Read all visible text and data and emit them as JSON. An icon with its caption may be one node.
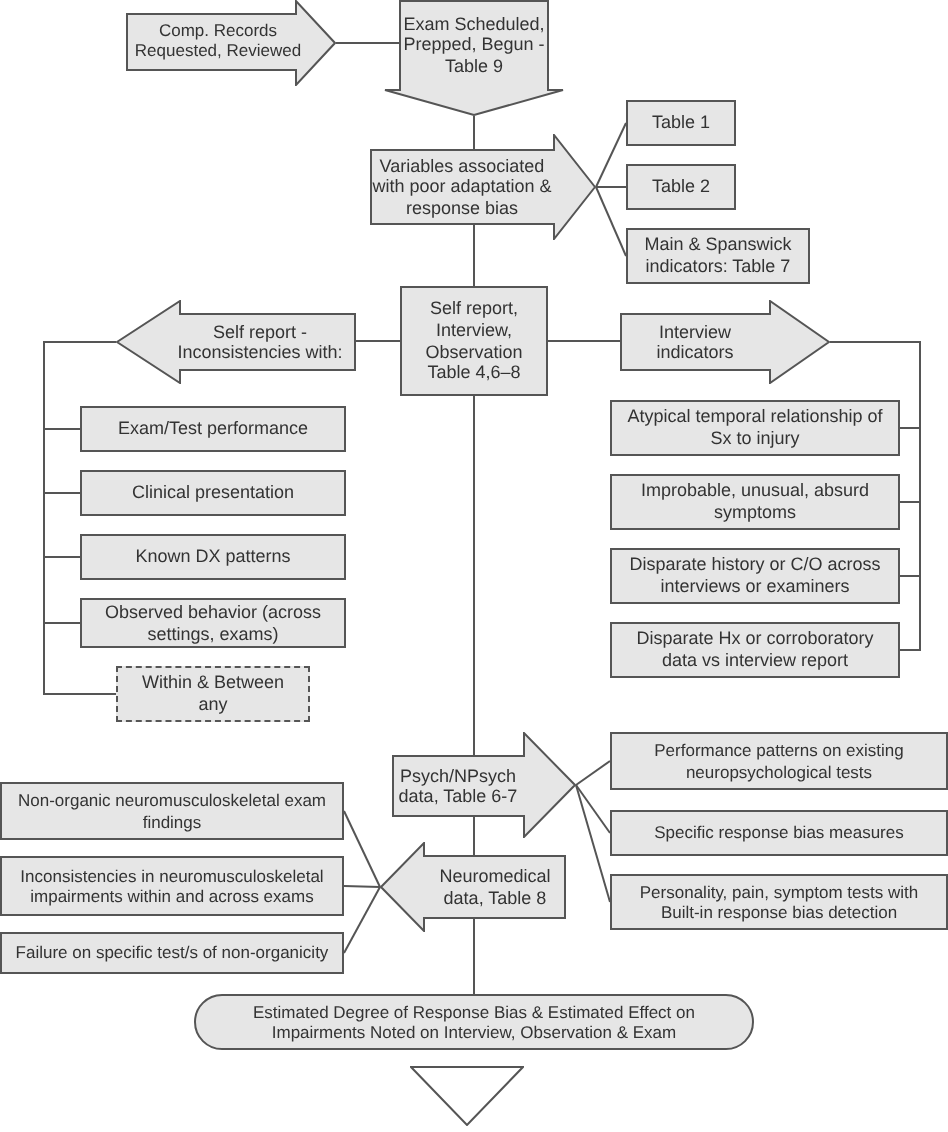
{
  "diagram": {
    "nodes": [
      {
        "text": [
          "Comp. Records Requested, Reviewed"
        ]
      },
      {
        "text": [
          "Exam Scheduled, Prepped, Begun - Table 9"
        ]
      },
      {
        "text": [
          "Table 1"
        ]
      },
      {
        "text": [
          "Table 2"
        ]
      },
      {
        "text": [
          "Main & Spanswick indicators: Table 7"
        ]
      },
      {
        "text": [
          "Variables associated with poor adaptation & response bias"
        ]
      },
      {
        "text": [
          "Self report, Interview, Observation Table 4,6–8"
        ]
      },
      {
        "text": [
          "Self report - Inconsistencies with:"
        ]
      },
      {
        "text": [
          "Interview indicators"
        ]
      },
      {
        "text": [
          "Exam/Test performance"
        ]
      },
      {
        "text": [
          "Clinical presentation"
        ]
      },
      {
        "text": [
          "Known DX patterns"
        ]
      },
      {
        "text": [
          "Observed behavior (across settings, exams)"
        ]
      },
      {
        "text": [
          "Within & Between any"
        ]
      },
      {
        "text": [
          "Atypical temporal relationship of Sx to injury"
        ]
      },
      {
        "text": [
          "Improbable, unusual, absurd symptoms"
        ]
      },
      {
        "text": [
          "Disparate history or C/O across interviews or examiners"
        ]
      },
      {
        "text": [
          "Disparate Hx or corroboratory data vs interview report"
        ]
      },
      {
        "text": [
          "Psych/NPsych data, Table 6-7"
        ]
      },
      {
        "text": [
          "Neuromedical data, Table 8"
        ]
      },
      {
        "text": [
          "Performance patterns on existing neuropsychological tests"
        ]
      },
      {
        "text": [
          "Specific response bias measures"
        ]
      },
      {
        "text": [
          "Personality, pain, symptom tests with Built-in response bias detection"
        ]
      },
      {
        "text": [
          "Non-organic neuromusculoskeletal exam findings"
        ]
      },
      {
        "text": [
          "Inconsistencies in neuromusculoskeletal impairments within and across exams"
        ]
      },
      {
        "text": [
          "Failure on specific test/s of non-organicity"
        ]
      },
      {
        "text": [
          "Estimated Degree of Response Bias & Estimated Effect on Impairments Noted on Interview, Observation & Exam"
        ]
      },
      {
        "text": [],
        "shape": "triangle"
      }
    ],
    "edges": [
      {
        "from": 0,
        "to": 1,
        "arrow": "none"
      },
      {
        "from": 1,
        "to": 5,
        "arrow": "none"
      },
      {
        "from": 5,
        "to": 2,
        "arrow": "none"
      },
      {
        "from": 5,
        "to": 3,
        "arrow": "none"
      },
      {
        "from": 5,
        "to": 4,
        "arrow": "none"
      },
      {
        "from": 5,
        "to": 6,
        "arrow": "none"
      },
      {
        "from": 6,
        "to": 7,
        "arrow": "none"
      },
      {
        "from": 6,
        "to": 8,
        "arrow": "none"
      },
      {
        "from": 7,
        "to": 9,
        "arrow": "none"
      },
      {
        "from": 7,
        "to": 10,
        "arrow": "none"
      },
      {
        "from": 7,
        "to": 11,
        "arrow": "none"
      },
      {
        "from": 7,
        "to": 12,
        "arrow": "none"
      },
      {
        "from": 7,
        "to": 13,
        "arrow": "none"
      },
      {
        "from": 8,
        "to": 14,
        "arrow": "none"
      },
      {
        "from": 8,
        "to": 15,
        "arrow": "none"
      },
      {
        "from": 8,
        "to": 16,
        "arrow": "none"
      },
      {
        "from": 8,
        "to": 17,
        "arrow": "none"
      },
      {
        "from": 6,
        "to": 18,
        "arrow": "none"
      },
      {
        "from": 18,
        "to": 20,
        "arrow": "none"
      },
      {
        "from": 18,
        "to": 21,
        "arrow": "none"
      },
      {
        "from": 18,
        "to": 22,
        "arrow": "none"
      },
      {
        "from": 18,
        "to": 19,
        "arrow": "none"
      },
      {
        "from": 19,
        "to": 23,
        "arrow": "none"
      },
      {
        "from": 19,
        "to": 24,
        "arrow": "none"
      },
      {
        "from": 19,
        "to": 25,
        "arrow": "none"
      },
      {
        "from": 19,
        "to": 26,
        "arrow": "none"
      }
    ]
  }
}
